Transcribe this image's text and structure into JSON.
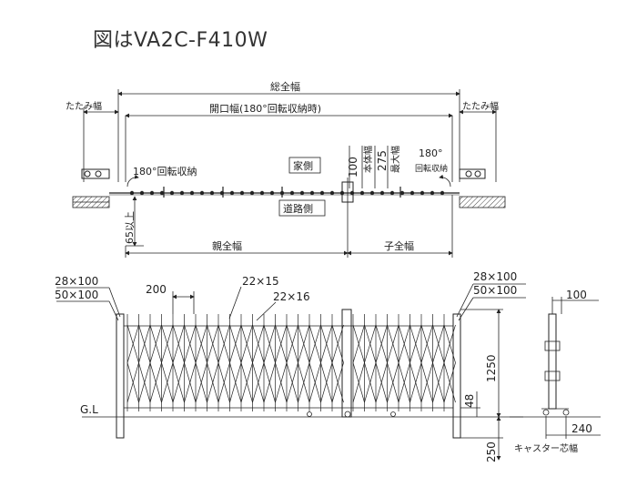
{
  "title": "図はVA2C-F410W",
  "plan": {
    "total_width": "総全幅",
    "opening_width": "開口幅(180°回転収納時)",
    "fold_width_left": "たたみ幅",
    "fold_width_right": "たたみ幅",
    "rotate_left": "180°回転収納",
    "rotate_right_deg": "180°",
    "rotate_right_label": "回転収納",
    "house_side": "家側",
    "road_side": "道路側",
    "dim_100": "100",
    "main_post_width": "本体幅",
    "dim_275": "275",
    "max_width": "最大幅",
    "dim_65": "65以上",
    "parent_width": "親全幅",
    "child_width": "子全幅"
  },
  "elevation": {
    "left_post_1": "28×100",
    "left_post_2": "50×100",
    "dim_200": "200",
    "bar_1": "22×15",
    "bar_2": "22×16",
    "right_post_1": "28×100",
    "right_post_2": "50×100",
    "gl": "G.L",
    "height_1250": "1250",
    "dim_48": "48",
    "dim_250": "250"
  },
  "side": {
    "dim_100": "100",
    "dim_240": "240",
    "caster_center": "キャスター芯幅"
  }
}
